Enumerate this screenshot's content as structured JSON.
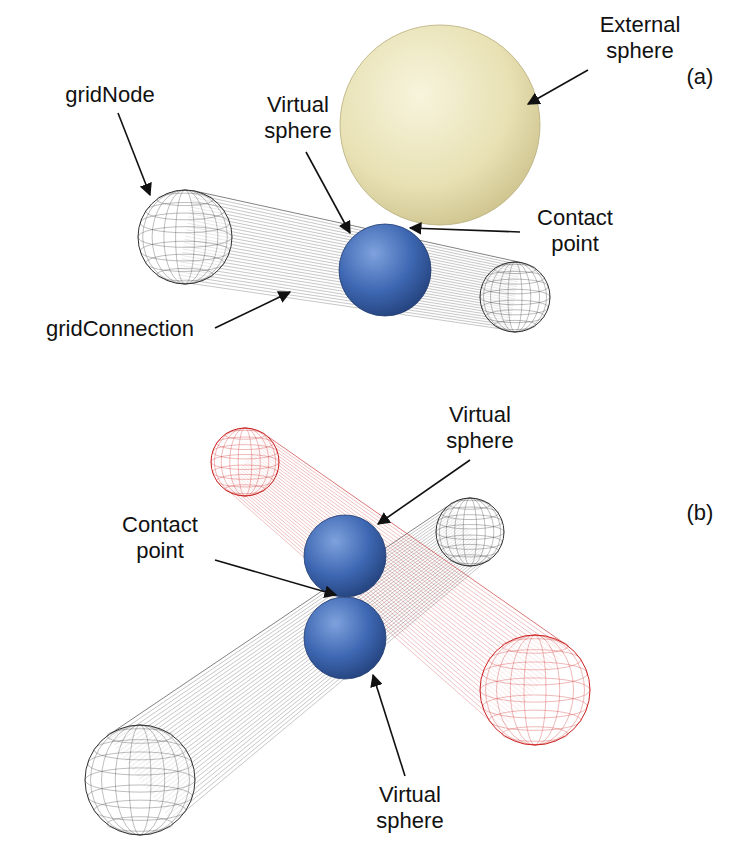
{
  "diagram": {
    "labels": [
      "External sphere",
      "Virtual sphere",
      "gridNode",
      "Contact point",
      "gridConnection",
      "(a)",
      "Virtual sphere",
      "Contact point",
      "(b)",
      "Virtual sphere"
    ]
  }
}
